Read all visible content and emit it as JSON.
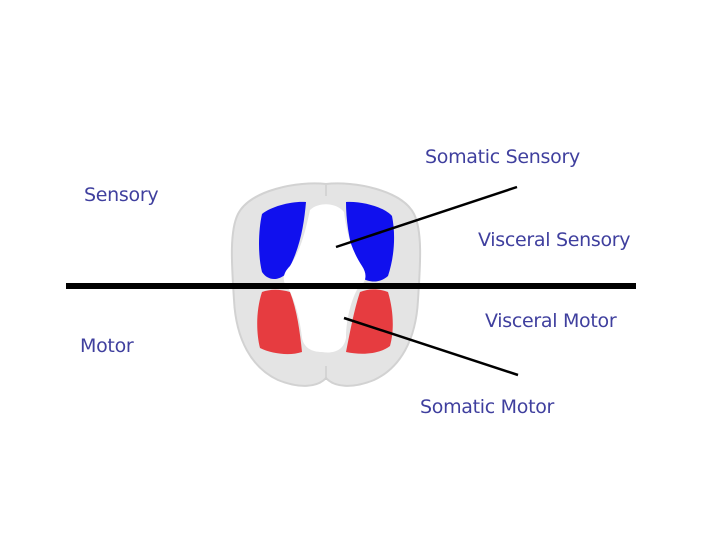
{
  "colors": {
    "label_text": "#3f3f9e",
    "sensory_region": "#1010ee",
    "motor_region": "#e63c40",
    "cord_background": "#e4e4e4",
    "cord_outline": "#d2d2d2",
    "divider_line": "#000000"
  },
  "labels": {
    "sensory": "Sensory",
    "motor": "Motor",
    "somatic_sensory": "Somatic Sensory",
    "visceral_sensory": "Visceral Sensory",
    "visceral_motor": "Visceral Motor",
    "somatic_motor": "Somatic Motor"
  }
}
